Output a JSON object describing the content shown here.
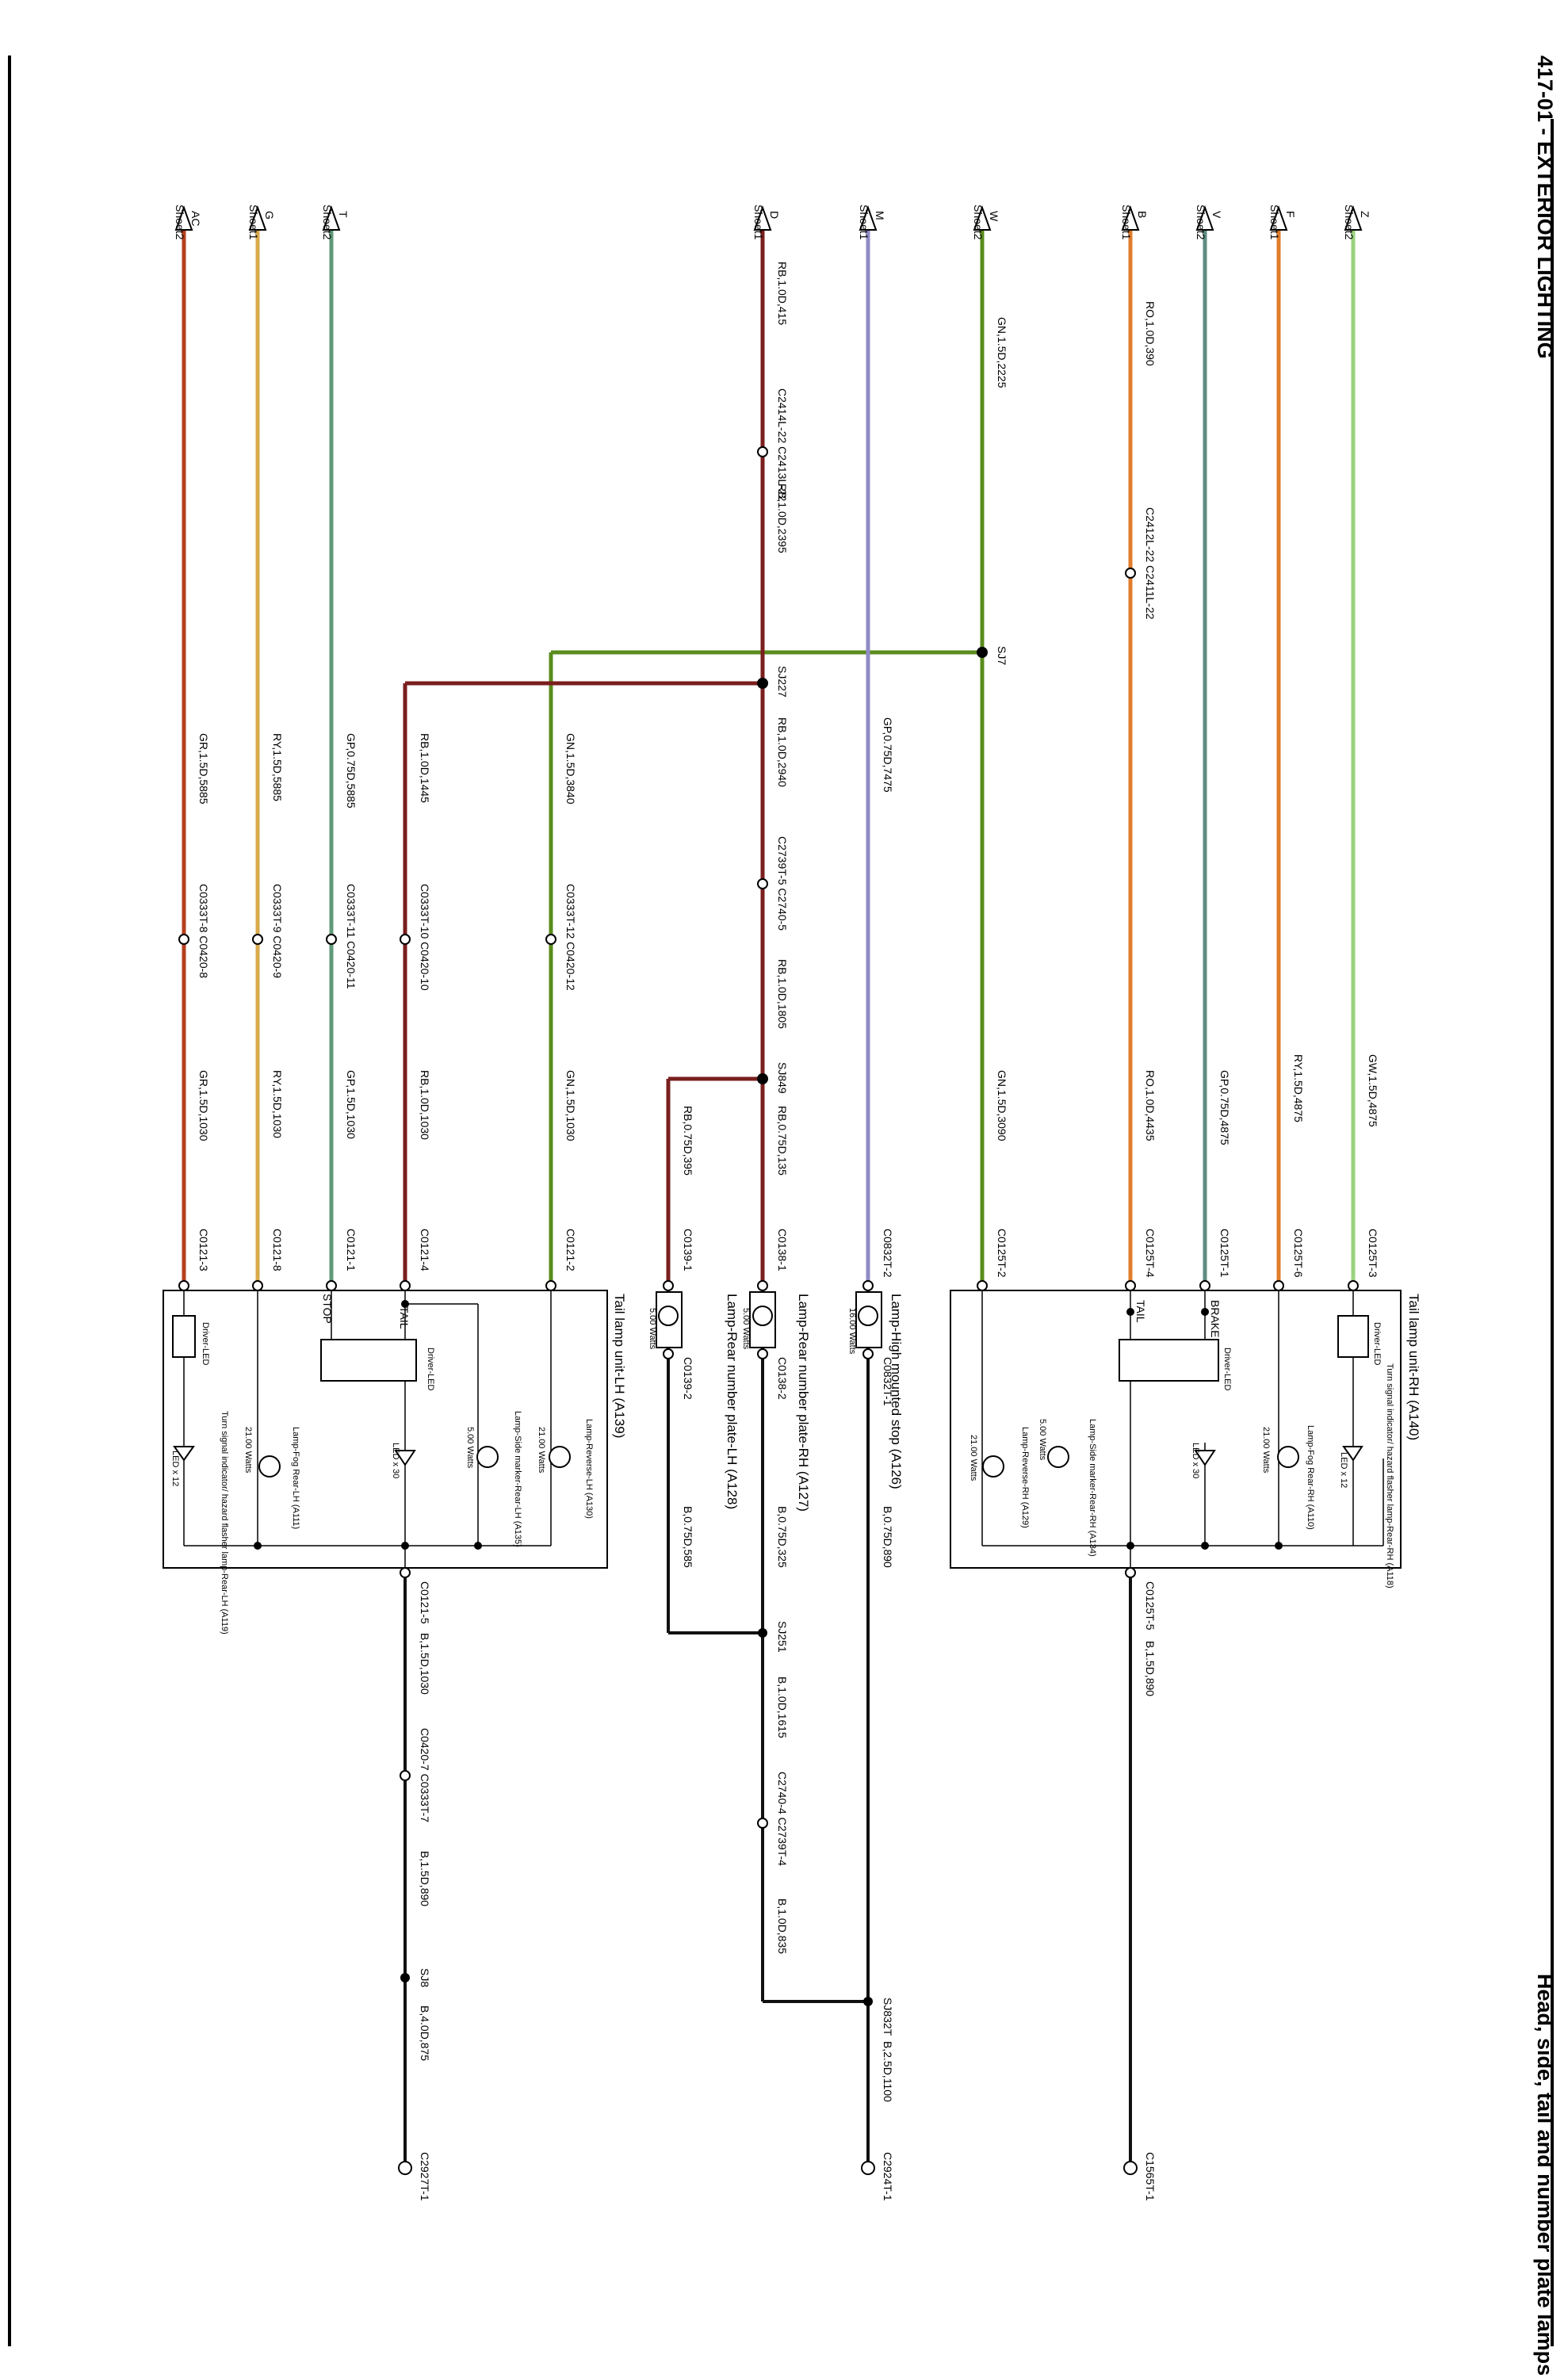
{
  "header": {
    "section_title": "417-01 - EXTERIOR LIGHTING",
    "page_subtitle": "Head, side, tail and number plate lamps"
  },
  "wire_colors": {
    "Z": "#9ad27e",
    "F": "#e07d2c",
    "V": "#5f8c82",
    "B": "#e07d2c",
    "W": "#5a8c1c",
    "M": "#8f8bc6",
    "D": "#7a1e1e",
    "T": "#5f9a78",
    "G": "#d9a94b",
    "AC": "#b4401c",
    "black": "#111111"
  },
  "sheet_refs": [
    {
      "letter": "Z",
      "sheet": "Sheet2"
    },
    {
      "letter": "F",
      "sheet": "Sheet1"
    },
    {
      "letter": "V",
      "sheet": "Sheet2"
    },
    {
      "letter": "B",
      "sheet": "Sheet1"
    },
    {
      "letter": "W",
      "sheet": "Sheet2"
    },
    {
      "letter": "M",
      "sheet": "Sheet1"
    },
    {
      "letter": "D",
      "sheet": "Sheet1"
    },
    {
      "letter": "T",
      "sheet": "Sheet2"
    },
    {
      "letter": "G",
      "sheet": "Sheet1"
    },
    {
      "letter": "AC",
      "sheet": "Sheet2"
    }
  ],
  "wire_labels": {
    "z1": "GW,1.5D,4875",
    "f1": "RY,1.5D,4875",
    "v1": "GP,0.75D,4875",
    "b1": "RO,1.0D,390",
    "b2": "RO,1.0D,4435",
    "w1": "GN,1.5D,2225",
    "w2": "GN,1.5D,3090",
    "m1": "GP,0.75D,7475",
    "d1": "RB,1.0D,415",
    "d2": "RB,1.0D,2395",
    "d3": "RB,1.0D,2940",
    "d4": "RB,1.0D,1805",
    "d5": "RB,0.75D,135",
    "a128": "RB,0.75D,395",
    "n1": "GN,1.5D,3840",
    "n2": "GN,1.5D,1030",
    "r1": "RB,1.0D,1445",
    "r2": "RB,1.0D,1030",
    "t1": "GP,0.75D,5885",
    "t2": "GP,1.5D,1030",
    "g1": "RY,1.5D,5885",
    "g2": "RY,1.5D,1030",
    "ac1": "GR,1.5D,5885",
    "ac2": "GR,1.5D,1030",
    "rh_gnd": "B,1.5D,890",
    "a126_gnd": "B,0.75D,890",
    "a127_gnd": "B,0.75D,325",
    "a128_gnd": "B,0.75D,585",
    "s251": "B,1.0D,1615",
    "s251b": "B,1.0D,835",
    "s832": "B,2.5D,1100",
    "lh_gnd": "B,1.5D,1030",
    "lh_gnd2": "B,1.5D,890",
    "lh_gnd3": "B,4.0D,875"
  },
  "connectors": {
    "c_b": "C2412L-22 C2411L-22",
    "c_d1": "C2414L-22 C2413L-22",
    "c_d2": "C2739T-5 C2740-5",
    "c_n": "C0333T-12 C0420-12",
    "c_r": "C0333T-10 C0420-10",
    "c_t": "C0333T-11 C0420-11",
    "c_g": "C0333T-9 C0420-9",
    "c_ac": "C0333T-8 C0420-8",
    "pin_z": "C0125T-3",
    "pin_f": "C0125T-6",
    "pin_v": "C0125T-1",
    "pin_b": "C0125T-4",
    "pin_w": "C0125T-2",
    "pin_m": "C0832T-2",
    "pin_d": "C0138-1",
    "pin_a128": "C0139-1",
    "pin_n": "C0121-2",
    "pin_r": "C0121-4",
    "pin_t": "C0121-1",
    "pin_g": "C0121-8",
    "pin_ac": "C0121-3",
    "rh_out": "C0125T-5",
    "a126_out": "C0832T-1",
    "a127_out": "C0138-2",
    "a128_out": "C0139-2",
    "lh_out": "C0121-5",
    "c_s251": "C2740-4 C2739T-4",
    "c_lh": "C0420-7 C0333T-7",
    "g_rh": "C1565T-1",
    "g_mid": "C2924T-1",
    "g_lh": "C2927T-1"
  },
  "splices": {
    "sj7": "SJ7",
    "sj227": "SJ227",
    "sj849": "SJ849",
    "sj251": "SJ251",
    "sj832": "SJ832T",
    "sj8": "SJ8"
  },
  "components": {
    "rh_unit": "Tail lamp unit-RH (A140)",
    "rh_turn": "Turn signal indicator/ hazard flasher lamp-Rear-RH (A118)",
    "rh_driver_led_top": "Driver-LED",
    "rh_led12": "LED x 12",
    "rh_fog": "Lamp-Fog Rear-RH (A110)",
    "rh_fog_w": "21.00 Watts",
    "rh_led30": "LED x 30",
    "rh_driver_led": "Driver-LED",
    "rh_brake": "BRAKE",
    "rh_tail": "TAIL",
    "rh_side": "Lamp-Side marker-Rear-RH (A134)",
    "rh_side_w": "5.00 Watts",
    "rh_rev": "Lamp-Reverse-RH (A129)",
    "rh_rev_w": "21.00 Watts",
    "a126": "Lamp-High mounted stop (A126)",
    "a126_w": "16.00 Watts",
    "a127": "Lamp-Rear number plate-RH (A127)",
    "a127_w": "5.00 Watts",
    "a128": "Lamp-Rear number plate-LH (A128)",
    "a128_w": "5.00 Watts",
    "lh_unit": "Tail lamp unit-LH (A139)",
    "lh_rev": "Lamp-Reverse-LH (A130)",
    "lh_rev_w": "21.00 Watts",
    "lh_side": "Lamp-Side marker-Rear-LH (A135)",
    "lh_side_w": "5.00 Watts",
    "lh_driver_led": "Driver-LED",
    "lh_led30": "LED x 30",
    "lh_tail": "TAIL",
    "lh_stop": "STOP",
    "lh_fog": "Lamp-Fog Rear-LH (A111)",
    "lh_fog_w": "21.00 Watts",
    "lh_driver_led_top": "Driver-LED",
    "lh_turn": "Turn signal indicator/ hazard flasher lamp-Rear-LH (A119)",
    "lh_led12": "LED x 12"
  }
}
